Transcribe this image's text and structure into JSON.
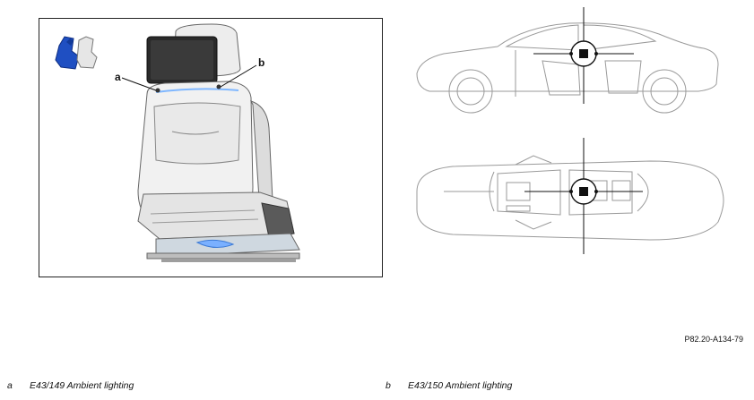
{
  "callouts": {
    "a": "a",
    "b": "b"
  },
  "reference": "P82.20-A134-79",
  "legend": [
    {
      "key": "a",
      "text": "E43/149 Ambient lighting"
    },
    {
      "key": "b",
      "text": "E43/150 Ambient lighting"
    }
  ],
  "colors": {
    "seat_highlight": "#1f4fc2",
    "line": "#555555",
    "marker": "#111111"
  },
  "icons": [
    "seat-position-icon",
    "ambient-light-marker-icon"
  ]
}
